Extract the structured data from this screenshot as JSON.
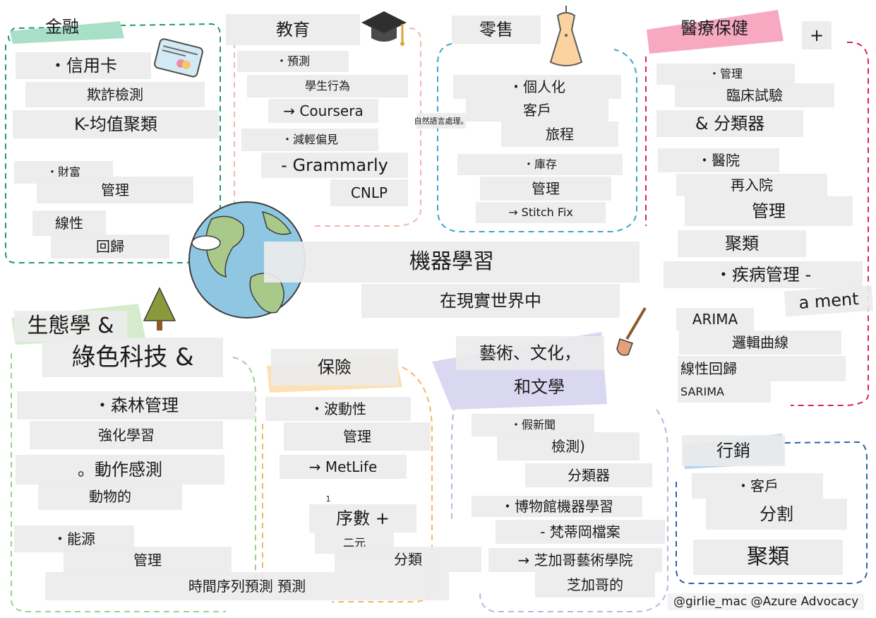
{
  "title": {
    "main": "機器學習",
    "sub": "在現實世界中"
  },
  "finance": {
    "header": "金融",
    "items": [
      "・信用卡",
      "欺詐檢測",
      "K-均值聚類",
      "・財富",
      "管理",
      "線性",
      "回歸"
    ]
  },
  "education": {
    "header": "教育",
    "items": [
      "・預測",
      "學生行為",
      "→ Coursera",
      "・減輕偏見",
      "- Grammarly",
      "CNLP"
    ]
  },
  "retail": {
    "header": "零售",
    "items": [
      "・個人化",
      "客戶",
      "旅程",
      "・庫存",
      "管理",
      "→ Stitch Fix"
    ],
    "note": "自然語言處理。"
  },
  "healthcare": {
    "header": "醫療保健",
    "plus": "+",
    "items": [
      "・管理",
      "臨床試驗",
      "& 分類器",
      "・醫院",
      "再入院",
      "管理",
      "聚類",
      "・疾病管理 -",
      "a ment",
      "ARIMA",
      "邏輯曲線",
      "線性回歸",
      "SARIMA"
    ]
  },
  "ecology": {
    "header1": "生態學 &",
    "header2": "綠色科技 &",
    "items": [
      "・森林管理",
      "強化學習",
      "。動作感測",
      "動物的",
      "・能源",
      "管理",
      "時間序列預測 預測"
    ]
  },
  "insurance": {
    "header": "保險",
    "items": [
      "・波動性",
      "管理",
      "→ MetLife",
      "1",
      "序數 +",
      "二元",
      "分類"
    ]
  },
  "arts": {
    "header1": "藝術、文化，",
    "header2": "和文學",
    "items": [
      "・假新聞",
      "檢測)",
      "分類器",
      "・博物館機器學習",
      "- 梵蒂岡檔案",
      "→ 芝加哥藝術學院",
      "芝加哥的"
    ]
  },
  "marketing": {
    "header": "行銷",
    "items": [
      "・客戶",
      "分割",
      "聚類"
    ]
  },
  "credit": "@girlie_mac @Azure Advocacy",
  "colors": {
    "finance": "#1f9a6a",
    "education": "#f0b8b0",
    "retail": "#3aa7c8",
    "healthcare": "#d8235a",
    "ecology": "#9ccf8f",
    "insurance": "#f2b764",
    "arts": "#b9b6dc",
    "marketing": "#2e5fa8"
  },
  "icons": [
    "credit-card-icon",
    "graduation-cap-icon",
    "dress-icon",
    "globe-icon",
    "tree-icon",
    "paintbrush-icon"
  ]
}
